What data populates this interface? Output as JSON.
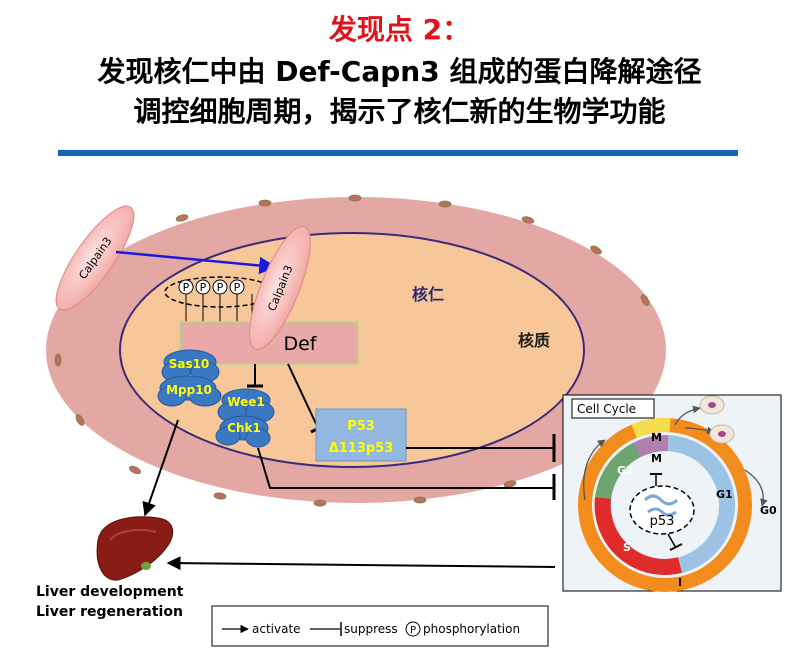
{
  "title": {
    "line1": "发现点 2：",
    "line2": "发现核仁中由 Def-Capn3 组成的蛋白降解途径",
    "line3": "调控细胞周期，揭示了核仁新的生物学功能"
  },
  "cell": {
    "nucleolus_label": "核仁",
    "nucleoplasm_label": "核质"
  },
  "proteins": {
    "calpain_outside": "Calpain3",
    "calpain_inside": "Calpain3",
    "phospho_symbol": "P",
    "def": "Def",
    "sas10": "Sas10",
    "mpp10": "Mpp10",
    "wee1": "Wee1",
    "chk1": "Chk1",
    "p53": "P53",
    "delta113p53": "Δ113p53"
  },
  "liver": {
    "line1": "Liver development",
    "line2": "Liver regeneration"
  },
  "cell_cycle": {
    "title": "Cell Cycle",
    "phase_m_outer": "M",
    "phase_m_inner": "M",
    "phase_g2": "G2",
    "phase_g1": "G1",
    "phase_g0": "G0",
    "phase_s": "S",
    "phase_i": "I",
    "center": "p53"
  },
  "legend": {
    "activate": "activate",
    "suppress": "suppress",
    "phosphorylation": "phosphorylation",
    "p_symbol": "P"
  },
  "colors": {
    "title_red": "#e0131a",
    "bar_blue": "#1463b8",
    "cell_outer": "#e4a8a4",
    "nucleolus": "#f7c79a",
    "def_box": "#e9a9a8",
    "cloud_blue": "#3b78c2",
    "cloud_text": "#ffff00",
    "p53_box": "#93b7e0",
    "arrow_blue": "#1a1adb",
    "cycle_orange": "#f28c1c",
    "cycle_green": "#6fa46f",
    "cycle_red": "#e02b2b",
    "cycle_blue": "#9cc3e3",
    "cycle_purple": "#b07fb0"
  }
}
